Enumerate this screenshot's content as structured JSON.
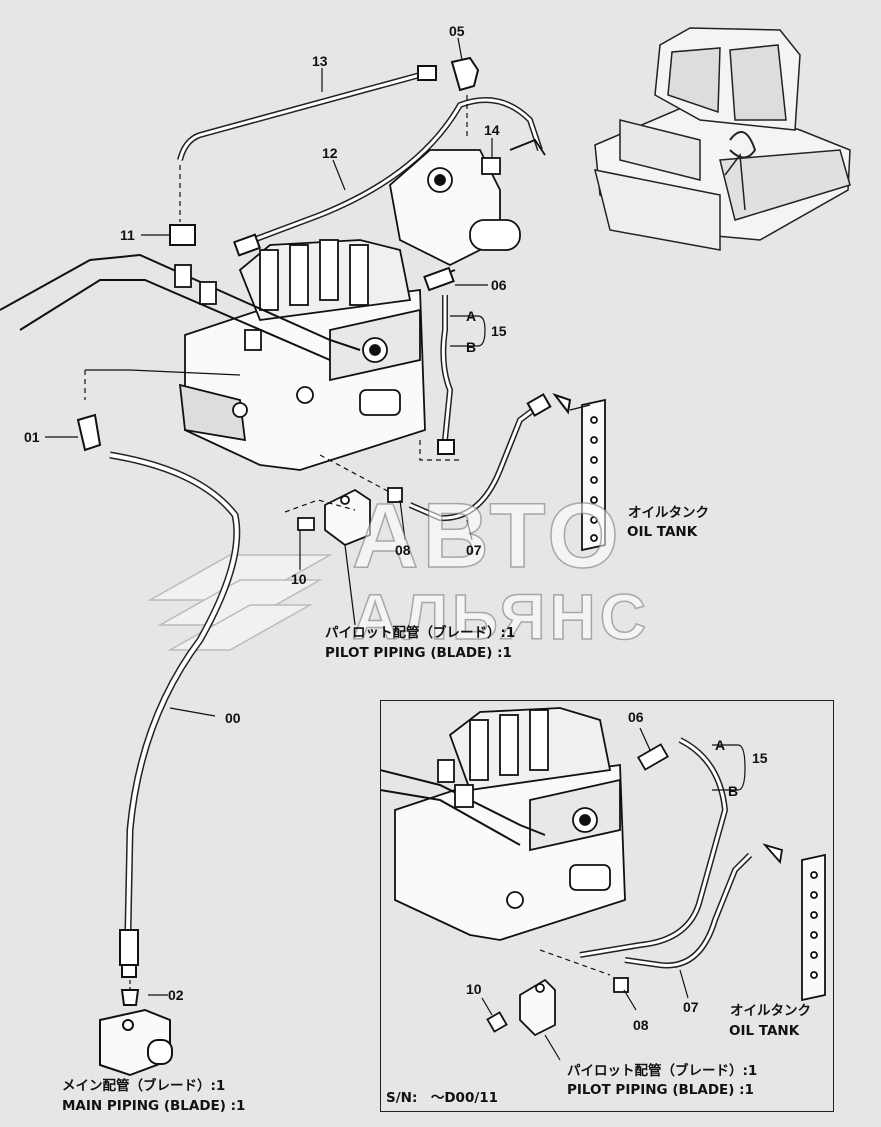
{
  "callouts": {
    "n13": "13",
    "n05": "05",
    "n14": "14",
    "n12": "12",
    "n11": "11",
    "n06": "06",
    "nA": "A",
    "n15": "15",
    "nB": "B",
    "n01": "01",
    "n08": "08",
    "n07": "07",
    "n10": "10",
    "n00": "00",
    "n02": "02"
  },
  "inset_callouts": {
    "n06": "06",
    "nA": "A",
    "n15": "15",
    "nB": "B",
    "n10": "10",
    "n08": "08",
    "n07": "07"
  },
  "captions": {
    "oil_tank_jp": "オイルタンク",
    "oil_tank_en": "OIL TANK",
    "pilot_jp": "パイロット配管（ブレード）:1",
    "pilot_en": "PILOT PIPING (BLADE) :1",
    "main_jp": "メイン配管（ブレード）:1",
    "main_en": "MAIN PIPING (BLADE) :1"
  },
  "inset_captions": {
    "oil_tank_jp": "オイルタンク",
    "oil_tank_en": "OIL TANK",
    "pilot_jp": "パイロット配管（ブレード）:1",
    "pilot_en": "PILOT PIPING (BLADE) :1",
    "serial": "S/N:　～D00/11"
  },
  "watermark": {
    "line1": "АВТО",
    "line2": "АЛЬЯНС"
  }
}
